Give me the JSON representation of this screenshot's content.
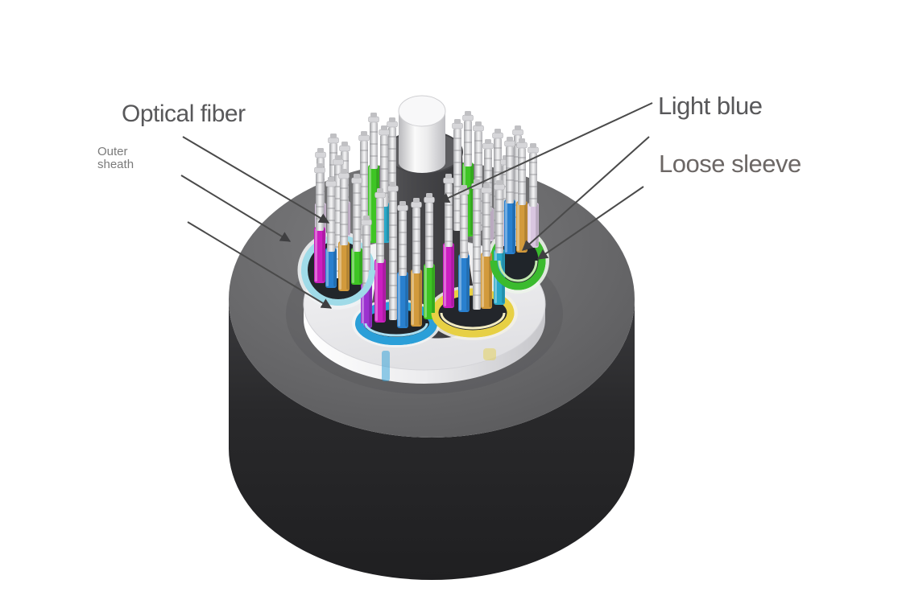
{
  "figure": {
    "type": "diagram",
    "subject": "Loose tube fiber optic cable cross-section cutaway"
  },
  "labels": {
    "optical_fiber": "Optical fiber",
    "outer_sheath_line1": "Outer",
    "outer_sheath_line2": "sheath",
    "light_blue": "Light blue",
    "loose_sleeve": "Loose sleeve"
  },
  "colors": {
    "background": "#ffffff",
    "label_text": "#58585a",
    "leader_line": "#4a4a4a",
    "sheath_body_dark": "#262628",
    "sheath_top_face": "#6b6b6d",
    "inner_filler_white": "#eeeeef",
    "central_member_white": "#f7f7f8",
    "central_collar_gray": "#4a4a4d",
    "tube_ring_pale_cyan": "#9fdbe8",
    "tube_ring_blue": "#2b9fd8",
    "tube_ring_yellow": "#e7d044",
    "tube_ring_green": "#3bbb2e",
    "fiber_magenta": "#cb1fc0",
    "fiber_orange": "#d29a3c",
    "fiber_green": "#3ec524",
    "fiber_blue": "#2980cf",
    "fiber_cyan": "#2aa8c8",
    "fiber_purple": "#9b32cf",
    "fiber_lavender": "#d9c6e0",
    "fiber_silver": "#c9c9cd"
  }
}
